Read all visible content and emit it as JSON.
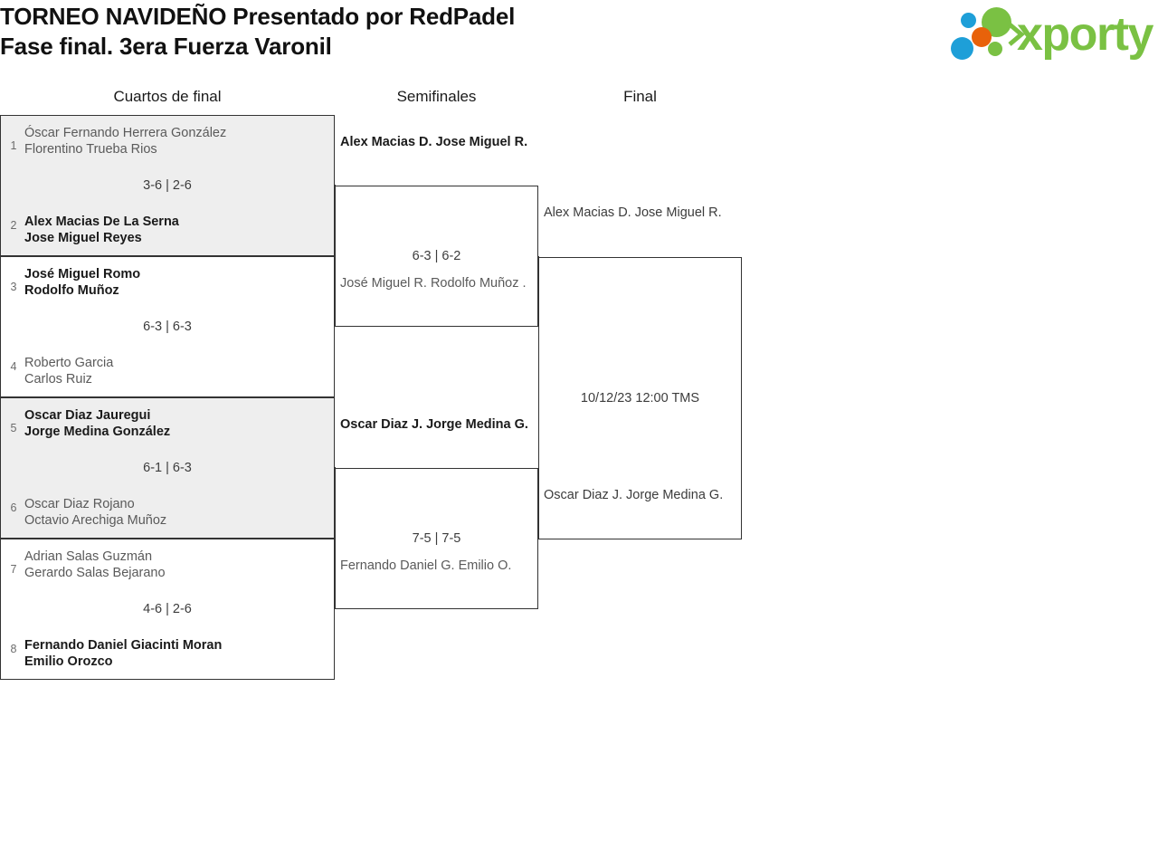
{
  "header": {
    "title_line1": "TORNEO NAVIDEÑO Presentado por RedPadel",
    "title_line2": "Fase final. 3era Fuerza Varonil",
    "logo_word": "xporty",
    "logo_colors": {
      "green": "#7ac143",
      "blue": "#1e9fd8",
      "orange": "#e8620a"
    }
  },
  "rounds": [
    {
      "key": "qf",
      "label": "Cuartos de final"
    },
    {
      "key": "sf",
      "label": "Semifinales"
    },
    {
      "key": "final",
      "label": "Final"
    }
  ],
  "quarterfinals": [
    {
      "score": "3-6 | 2-6",
      "top": {
        "seed": "1",
        "p1": "Óscar Fernando Herrera González",
        "p2": "Florentino Trueba Rios",
        "result": "loser"
      },
      "bottom": {
        "seed": "2",
        "p1": "Alex Macias De La Serna",
        "p2": "Jose Miguel Reyes",
        "result": "winner"
      }
    },
    {
      "score": "6-3 | 6-3",
      "top": {
        "seed": "3",
        "p1": "José Miguel Romo",
        "p2": "Rodolfo Muñoz",
        "result": "winner"
      },
      "bottom": {
        "seed": "4",
        "p1": "Roberto Garcia",
        "p2": "Carlos Ruiz",
        "result": "loser"
      }
    },
    {
      "score": "6-1 | 6-3",
      "top": {
        "seed": "5",
        "p1": "Oscar Diaz Jauregui",
        "p2": "Jorge Medina González",
        "result": "winner"
      },
      "bottom": {
        "seed": "6",
        "p1": "Oscar Diaz Rojano",
        "p2": "Octavio Arechiga Muñoz",
        "result": "loser"
      }
    },
    {
      "score": "4-6 | 2-6",
      "top": {
        "seed": "7",
        "p1": "Adrian Salas Guzmán",
        "p2": "Gerardo Salas Bejarano",
        "result": "loser"
      },
      "bottom": {
        "seed": "8",
        "p1": "Fernando Daniel Giacinti Moran",
        "p2": "Emilio Orozco",
        "result": "winner"
      }
    }
  ],
  "semifinals": [
    {
      "score": "6-3 | 6-2",
      "top": {
        "p1": "Alex Macias D.",
        "p2": "Jose Miguel R.",
        "result": "winner"
      },
      "bottom": {
        "p1": "José Miguel R.",
        "p2": "Rodolfo Muñoz .",
        "result": "loser"
      }
    },
    {
      "score": "7-5 | 7-5",
      "top": {
        "p1": "Oscar Diaz J.",
        "p2": "Jorge Medina G.",
        "result": "winner"
      },
      "bottom": {
        "p1": "Fernando Daniel G.",
        "p2": "Emilio O.",
        "result": "loser"
      }
    }
  ],
  "final": {
    "score": "10/12/23 12:00 TMS",
    "top": {
      "p1": "Alex Macias D.",
      "p2": "Jose Miguel R.",
      "result": "pending"
    },
    "bottom": {
      "p1": "Oscar Diaz J.",
      "p2": "Jorge Medina G.",
      "result": "pending"
    }
  }
}
